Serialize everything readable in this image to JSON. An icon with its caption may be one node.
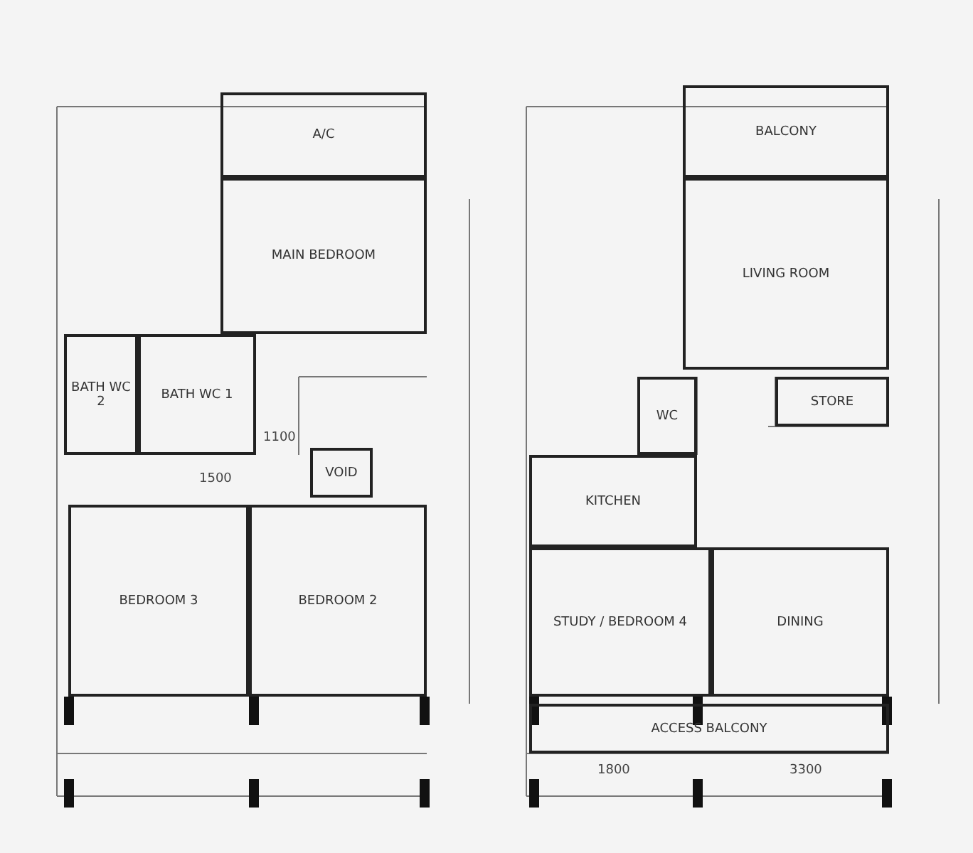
{
  "diagram": {
    "nodes": [
      {
        "text": [
          "A/C"
        ]
      },
      {
        "text": [
          "MAIN BEDROOM"
        ]
      },
      {
        "text": [
          "BATH WC 2"
        ]
      },
      {
        "text": [
          "BATH WC 1"
        ]
      },
      {
        "text": [
          "VOID"
        ]
      },
      {
        "text": [
          "BEDROOM 3"
        ]
      },
      {
        "text": [
          "BEDROOM 2"
        ]
      },
      {
        "text": [
          "BALCONY"
        ]
      },
      {
        "text": [
          "LIVING ROOM"
        ]
      },
      {
        "text": [
          "WC"
        ]
      },
      {
        "text": [
          "STORE"
        ]
      },
      {
        "text": [
          "KITCHEN"
        ]
      },
      {
        "text": [
          "STUDY / BEDROOM 4"
        ]
      },
      {
        "text": [
          "DINING"
        ]
      },
      {
        "text": [
          "ACCESS BALCONY"
        ]
      }
    ],
    "labels": [
      "1100",
      "1500",
      "1800",
      "3300"
    ]
  }
}
